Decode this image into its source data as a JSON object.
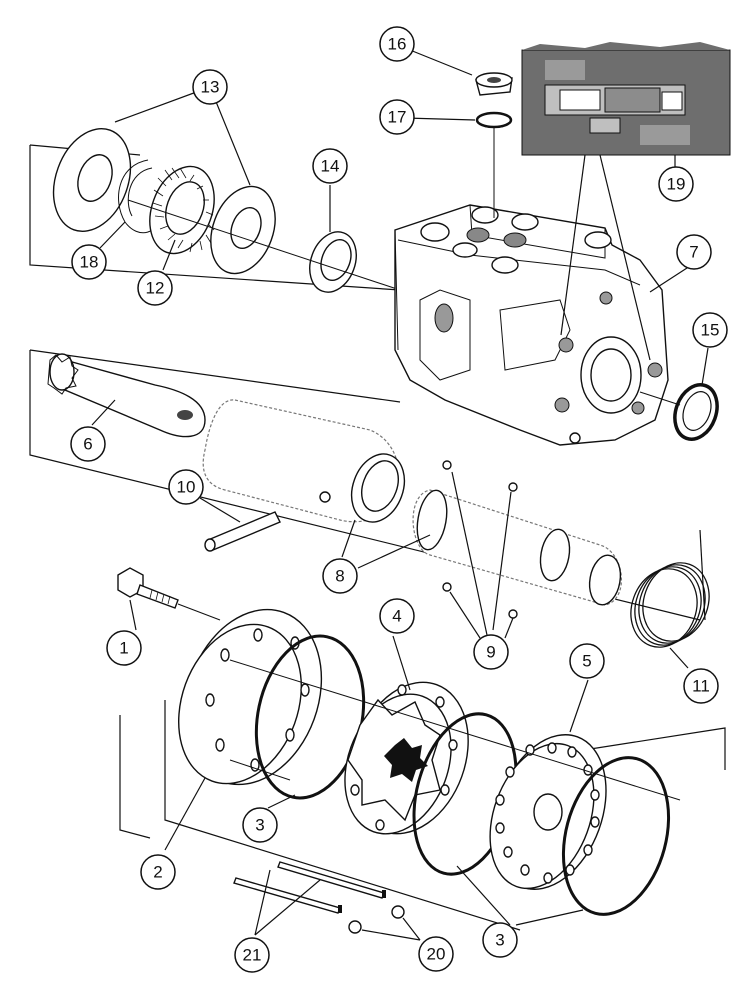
{
  "callouts": [
    {
      "id": "c1",
      "label": "1"
    },
    {
      "id": "c2",
      "label": "2"
    },
    {
      "id": "c3a",
      "label": "3"
    },
    {
      "id": "c3b",
      "label": "3"
    },
    {
      "id": "c4",
      "label": "4"
    },
    {
      "id": "c5",
      "label": "5"
    },
    {
      "id": "c6",
      "label": "6"
    },
    {
      "id": "c7",
      "label": "7"
    },
    {
      "id": "c8",
      "label": "8"
    },
    {
      "id": "c9",
      "label": "9"
    },
    {
      "id": "c10",
      "label": "10"
    },
    {
      "id": "c11",
      "label": "11"
    },
    {
      "id": "c12",
      "label": "12"
    },
    {
      "id": "c13",
      "label": "13"
    },
    {
      "id": "c14",
      "label": "14"
    },
    {
      "id": "c15",
      "label": "15"
    },
    {
      "id": "c16",
      "label": "16"
    },
    {
      "id": "c17",
      "label": "17"
    },
    {
      "id": "c18",
      "label": "18"
    },
    {
      "id": "c19",
      "label": "19"
    },
    {
      "id": "c20",
      "label": "20"
    },
    {
      "id": "c21",
      "label": "21"
    }
  ]
}
